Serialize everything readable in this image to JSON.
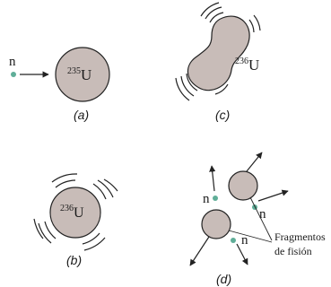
{
  "panel_a": {
    "label": "(a)",
    "particle": "n",
    "nucleus_mass": "235",
    "nucleus_symbol": "U"
  },
  "panel_b": {
    "label": "(b)",
    "nucleus_mass": "236",
    "nucleus_symbol": "U"
  },
  "panel_c": {
    "label": "(c)",
    "nucleus_mass": "236",
    "nucleus_symbol": "U"
  },
  "panel_d": {
    "label": "(d)",
    "neutron_labels": [
      "n",
      "n",
      "n"
    ],
    "fragments_label_line1": "Fragmentos",
    "fragments_label_line2": "de fisión"
  },
  "colors": {
    "nucleus_fill": "#c8bcb8",
    "neutron": "#5fae98",
    "stroke": "#222222"
  }
}
